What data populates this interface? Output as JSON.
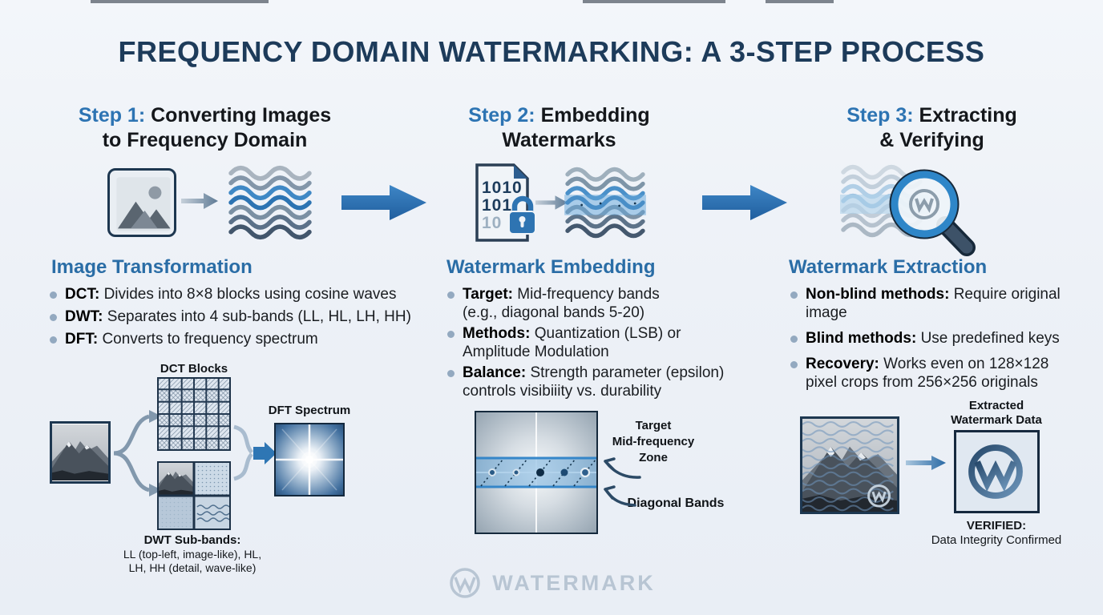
{
  "title": "FREQUENCY DOMAIN WATERMARKING: A 3-STEP PROCESS",
  "colors": {
    "accent_blue": "#2d74b3",
    "title_navy": "#1d3b5a",
    "section_blue": "#2a6da6",
    "arrow_blue": "#2e76b4",
    "brand_gray": "#b8c5d3"
  },
  "steps": [
    {
      "label": "Step 1:",
      "title_line1": "Converting Images",
      "title_line2": "to Frequency Domain",
      "section": "Image Transformation",
      "bullets": [
        {
          "label": "DCT:",
          "line1": "Divides into 8×8 blocks using cosine waves"
        },
        {
          "label": "DWT:",
          "line1": "Separates into 4 sub-bands (LL, HL, LH, HH)"
        },
        {
          "label": "DFT:",
          "line1": "Converts to frequency spectrum"
        }
      ],
      "diagram": {
        "dct_label": "DCT Blocks",
        "dft_label": "DFT Spectrum",
        "dwt_title": "DWT Sub-bands:",
        "dwt_line1": "LL (top-left, image-like), HL,",
        "dwt_line2": "LH, HH (detail, wave-like)"
      }
    },
    {
      "label": "Step 2:",
      "title_line1": "Embedding",
      "title_line2": "Watermarks",
      "section": "Watermark Embedding",
      "icon_doc_lines": [
        "1010",
        "101",
        "10"
      ],
      "bullets": [
        {
          "label": "Target:",
          "line1": "Mid-frequency bands",
          "line2": "(e.g., diagonal bands 5-20)"
        },
        {
          "label": "Methods:",
          "line1": "Quantization (LSB) or",
          "line2": "Amplitude Modulation"
        },
        {
          "label": "Balance:",
          "line1": "Strength parameter (epsilon)",
          "line2": "controls visibiiity vs. durability"
        }
      ],
      "diagram": {
        "zone_line1": "Target",
        "zone_line2": "Mid-frequency",
        "zone_line3": "Zone",
        "bands_label": "Diagonal Bands"
      }
    },
    {
      "label": "Step 3:",
      "title_line1": "Extracting",
      "title_line2": "& Verifying",
      "section": "Watermark Extraction",
      "bullets": [
        {
          "label": "Non-blind methods:",
          "line1": "Require original",
          "line2": "image"
        },
        {
          "label": "Blind methods:",
          "line1": "Use predefined keys"
        },
        {
          "label": "Recovery:",
          "line1": "Works even on 128×128",
          "line2": "pixel crops from 256×256 originals"
        }
      ],
      "diagram": {
        "extracted_line1": "Extracted",
        "extracted_line2": "Watermark Data",
        "verified_label": "VERIFIED:",
        "verified_text": "Data Integrity Confirmed"
      }
    }
  ],
  "footer": {
    "brand": "WATERMARK"
  }
}
